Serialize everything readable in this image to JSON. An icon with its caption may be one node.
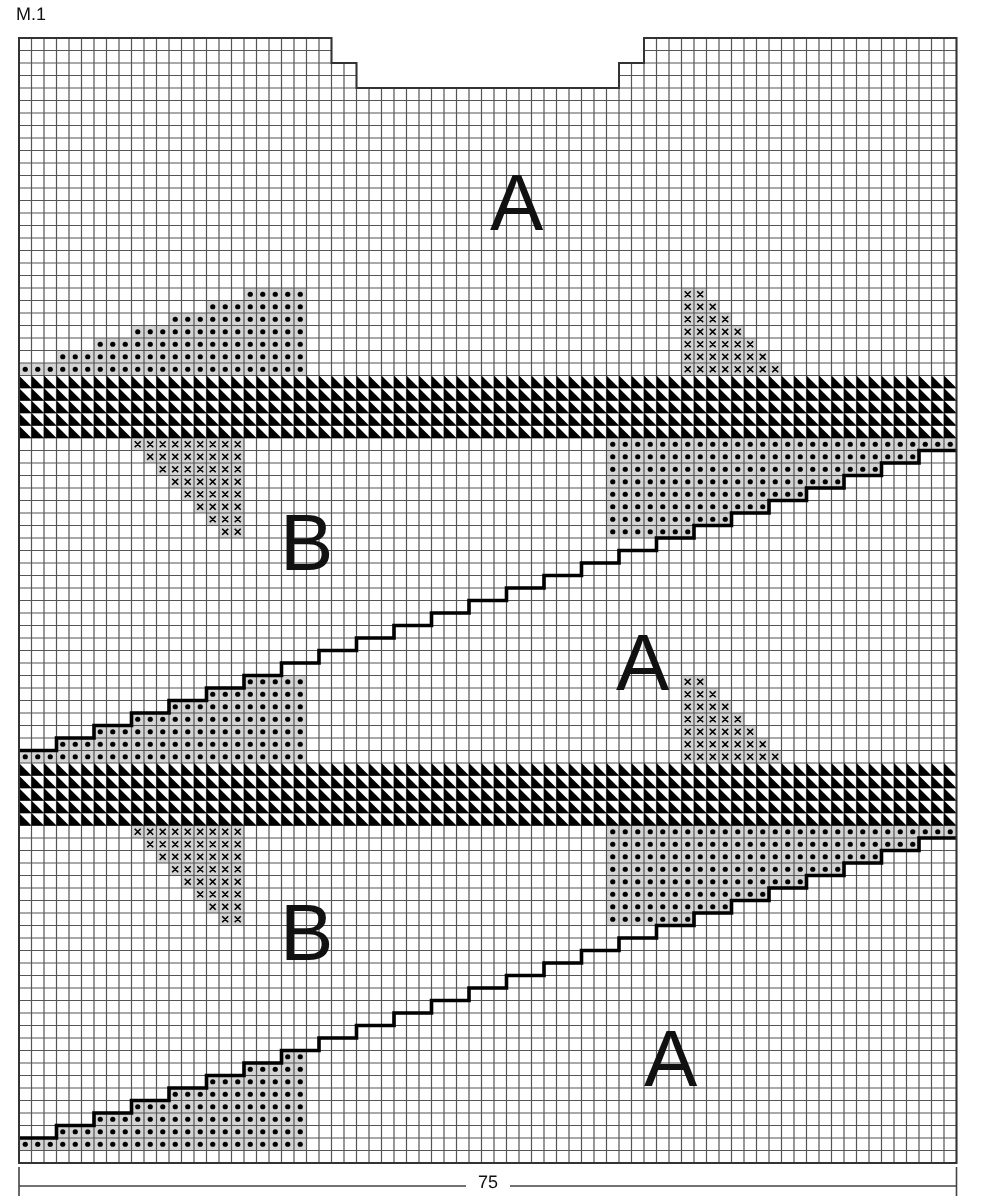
{
  "diagram": {
    "labels": [
      "M.1",
      "A",
      "B",
      "A",
      "B",
      "A",
      "75"
    ]
  }
}
